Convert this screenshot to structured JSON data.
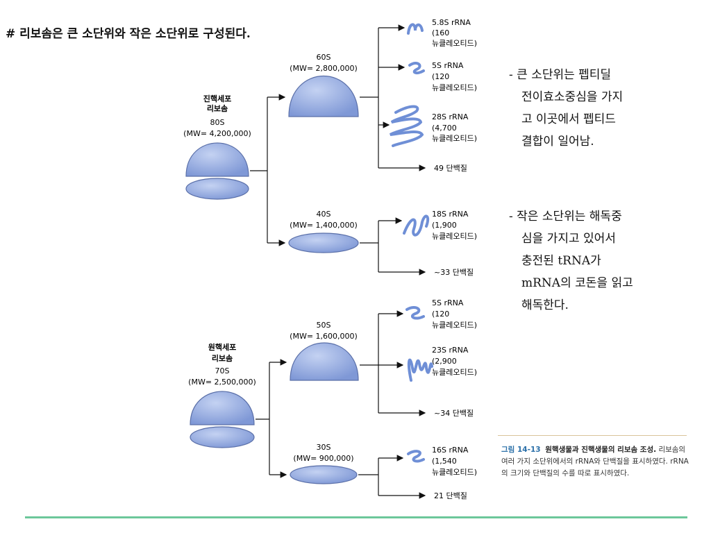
{
  "heading": "# 리보솜은 큰 소단위와 작은 소단위로 구성된다.",
  "eukaryote": {
    "label_line1": "진핵세포",
    "label_line2": "리보솜",
    "s_value": "80S",
    "mw": "(MW= 4,200,000)",
    "large": {
      "s_value": "60S",
      "mw": "(MW= 2,800,000)",
      "components": [
        {
          "name": "5.8S rRNA",
          "count": "(160",
          "unit": "뉴클레오티드)"
        },
        {
          "name": "5S rRNA",
          "count": "(120",
          "unit": "뉴클레오티드)"
        },
        {
          "name": "28S rRNA",
          "count": "(4,700",
          "unit": "뉴클레오티드)"
        }
      ],
      "proteins": "49 단백질"
    },
    "small": {
      "s_value": "40S",
      "mw": "(MW= 1,400,000)",
      "components": [
        {
          "name": "18S rRNA",
          "count": "(1,900",
          "unit": "뉴클레오티드)"
        }
      ],
      "proteins": "~33 단백질"
    }
  },
  "prokaryote": {
    "label_line1": "원핵세포",
    "label_line2": "리보솜",
    "s_value": "70S",
    "mw": "(MW= 2,500,000)",
    "large": {
      "s_value": "50S",
      "mw": "(MW= 1,600,000)",
      "components": [
        {
          "name": "5S rRNA",
          "count": "(120",
          "unit": "뉴클레오티드)"
        },
        {
          "name": "23S rRNA",
          "count": "(2,900",
          "unit": "뉴클레오티드)"
        }
      ],
      "proteins": "~34 단백질"
    },
    "small": {
      "s_value": "30S",
      "mw": "(MW= 900,000)",
      "components": [
        {
          "name": "16S rRNA",
          "count": "(1,540",
          "unit": "뉴클레오티드)"
        }
      ],
      "proteins": "21 단백질"
    }
  },
  "notes": {
    "large_subunit": [
      "- 큰 소단위는 펩티딜",
      "전이효소중심을 가지",
      "고 이곳에서 펩티드",
      "결합이 일어남."
    ],
    "small_subunit": [
      "- 작은 소단위는 해독중",
      "심을 가지고 있어서",
      "충전된 tRNA가",
      "mRNA의 코돈을 읽고",
      "해독한다."
    ]
  },
  "caption": {
    "figure_number": "그림 14-13",
    "title": "원핵생물과 진핵생물의 리보솜 조성.",
    "body": "리보솜의 여러 가지 소단위에서의 rRNA와 단백질을 표시하였다. rRNA의 크기와 단백질의 수를 따로 표시하였다."
  },
  "colors": {
    "ribosome_fill": "#8fa8e0",
    "ribosome_stroke": "#5a6fa8",
    "rna_stroke": "#6f8fd6",
    "rule_green": "#6cc79a",
    "figure_blue": "#2a6fa8"
  }
}
